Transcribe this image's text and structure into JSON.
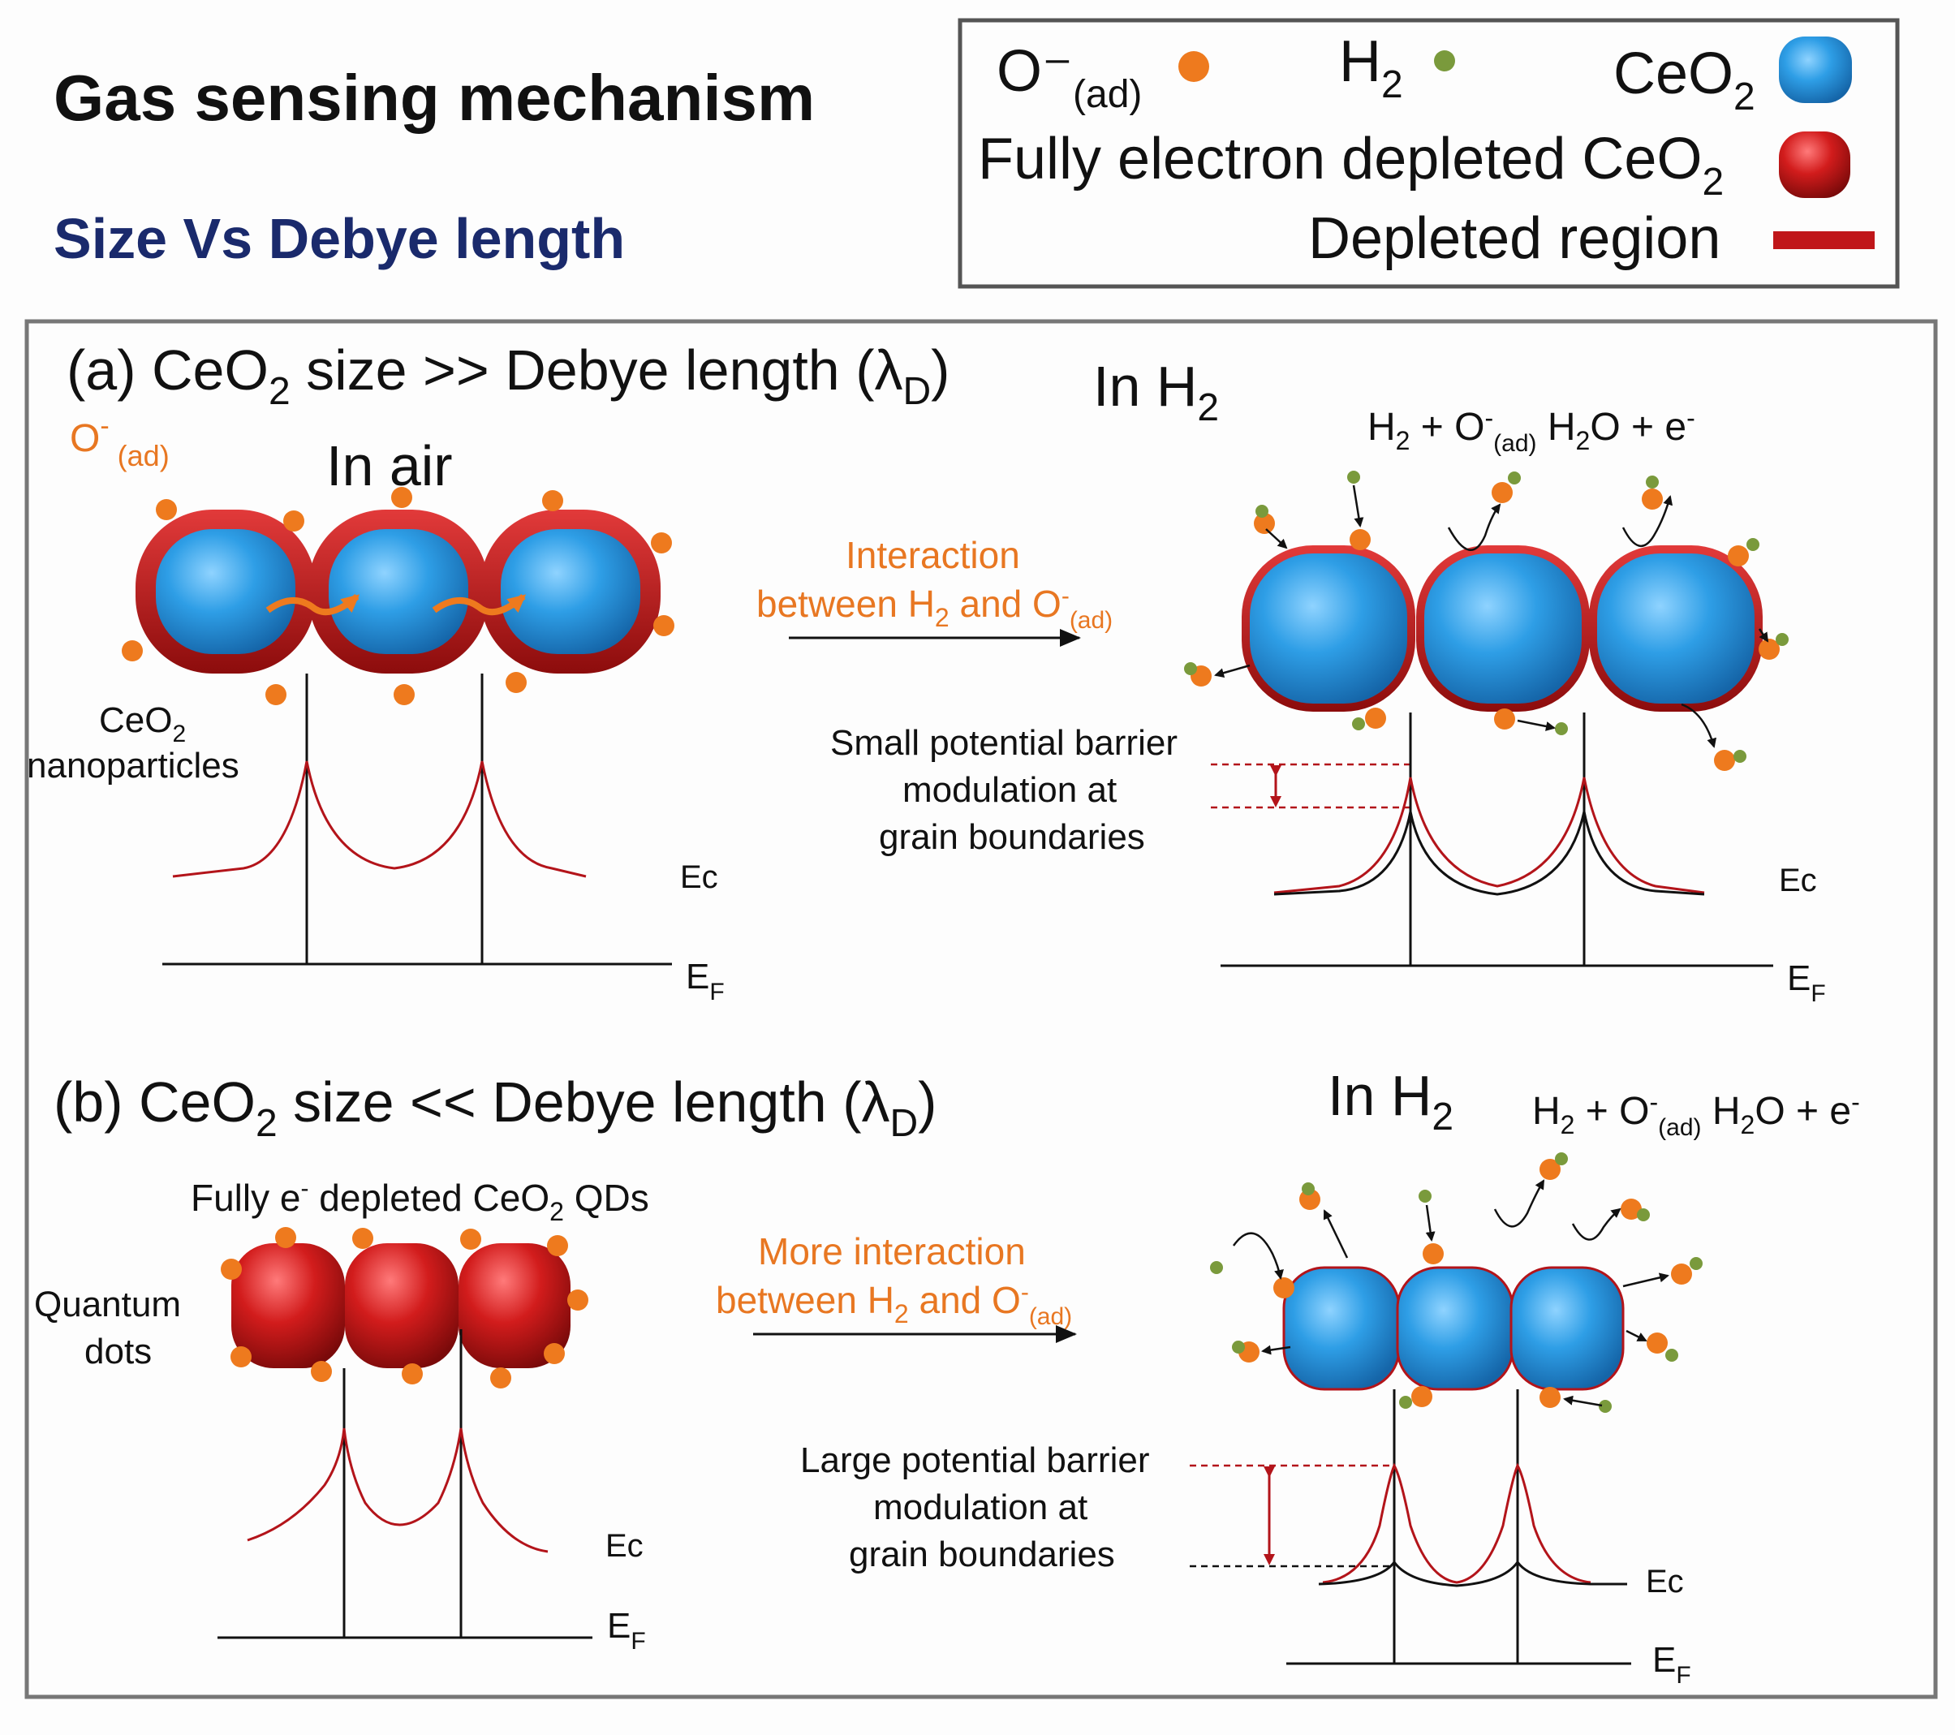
{
  "header": {
    "title": "Gas sensing mechanism",
    "subtitle": "Size Vs Debye length"
  },
  "legend": {
    "oad_label": "O⁻",
    "oad_sub": "(ad)",
    "h2_label": "H",
    "h2_sub": "2",
    "ceo2_label": "CeO",
    "ceo2_sub": "2",
    "depleted_ceo2_label": "Fully electron depleted CeO",
    "depleted_ceo2_sub": "2",
    "depleted_region_label": "Depleted region"
  },
  "panel_a": {
    "heading_pre": "(a) CeO",
    "heading_sub": "2",
    "heading_post": " size >> Debye length (λ",
    "heading_sub2": "D",
    "heading_end": ")",
    "oad_label": "O",
    "oad_sup": "-",
    "oad_sub": " (ad)",
    "in_air": "In air",
    "in_h2": "In H",
    "in_h2_sub": "2",
    "reaction_pre": "H",
    "reaction_sub1": "2",
    "reaction_mid": " + O",
    "reaction_sup": "-",
    "reaction_sub2": "(ad)",
    "reaction_post1": " H",
    "reaction_sub3": "2",
    "reaction_post2": "O + e",
    "reaction_sup2": "-",
    "np_label1": "CeO",
    "np_label1_sub": "2",
    "np_label2": "nanoparticles",
    "arrow_label1": "Interaction",
    "arrow_label2_pre": "between H",
    "arrow_label2_sub": "2",
    "arrow_label2_mid": " and O",
    "arrow_label2_sup": "-",
    "arrow_label2_sub2": "(ad)",
    "barrier_line1": "Small potential barrier",
    "barrier_line2": "modulation at",
    "barrier_line3": "grain boundaries",
    "ec_left": "Ec",
    "ef_left": "E",
    "ef_left_sub": "F",
    "ec_right": "Ec",
    "ef_right": "E",
    "ef_right_sub": "F"
  },
  "panel_b": {
    "heading_pre": "(b) CeO",
    "heading_sub": "2",
    "heading_post": " size << Debye length (λ",
    "heading_sub2": "D",
    "heading_end": ")",
    "qd_label_pre": "Fully e",
    "qd_label_sup": "-",
    "qd_label_mid": " depleted CeO",
    "qd_label_sub": "2",
    "qd_label_post": " QDs",
    "qd_side1": "Quantum",
    "qd_side2": "dots",
    "in_h2": "In H",
    "in_h2_sub": "2",
    "reaction_pre": "H",
    "reaction_sub1": "2",
    "reaction_mid": " + O",
    "reaction_sup": "-",
    "reaction_sub2": "(ad)",
    "reaction_post1": " H",
    "reaction_sub3": "2",
    "reaction_post2": "O + e",
    "reaction_sup2": "-",
    "arrow_label1": "More interaction",
    "arrow_label2_pre": "between H",
    "arrow_label2_sub": "2",
    "arrow_label2_mid": " and O",
    "arrow_label2_sup": "-",
    "arrow_label2_sub2": "(ad)",
    "barrier_line1": "Large potential barrier",
    "barrier_line2": "modulation at",
    "barrier_line3": "grain boundaries",
    "ec_left": "Ec",
    "ef_left": "E",
    "ef_left_sub": "F",
    "ec_right": "Ec",
    "ef_right": "E",
    "ef_right_sub": "F"
  },
  "colors": {
    "title": "#111111",
    "subtitle": "#1a2a6c",
    "orange_text": "#e87722",
    "oxygen_dot": "#ee7a1e",
    "h2_dot": "#7a9a3c",
    "ceo2_blue": "#2d9be0",
    "depleted_red": "#c0161a",
    "barrier_red": "#b3141a"
  }
}
